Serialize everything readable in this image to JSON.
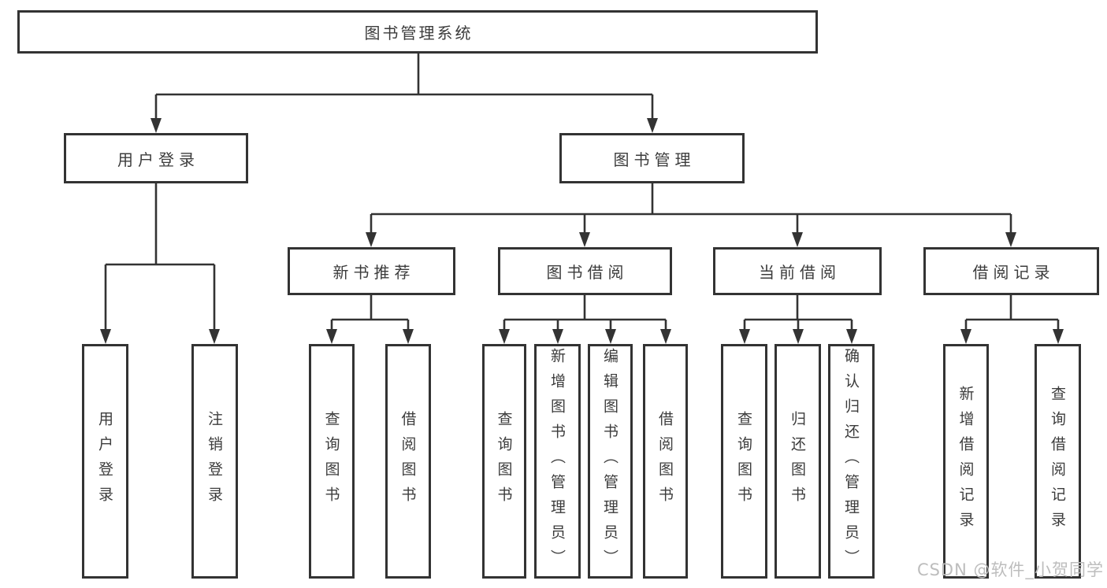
{
  "diagram_title": "图书管理系统",
  "nodes": {
    "root": {
      "label": "图书管理系统"
    },
    "user_login_grp": {
      "label": "用户登录"
    },
    "book_mgmt": {
      "label": "图书管理"
    },
    "new_book_rec": {
      "label": "新书推荐"
    },
    "book_borrow": {
      "label": "图书借阅"
    },
    "current_borrow": {
      "label": "当前借阅"
    },
    "borrow_records": {
      "label": "借阅记录"
    },
    "user_login": {
      "label": "用户登录"
    },
    "logout_login": {
      "label": "注销登录"
    },
    "query_book_new": {
      "label": "查询图书"
    },
    "borrow_book_new": {
      "label": "借阅图书"
    },
    "query_book_bor": {
      "label": "查询图书"
    },
    "add_book_admin": {
      "label": "新增图书（管理员）"
    },
    "edit_book_admin": {
      "label": "编辑图书（管理员）"
    },
    "borrow_book": {
      "label": "借阅图书"
    },
    "query_book_cur": {
      "label": "查询图书"
    },
    "return_book": {
      "label": "归还图书"
    },
    "confirm_return": {
      "label": "确认归还（管理员）"
    },
    "add_borrow_rec": {
      "label": "新增借阅记录"
    },
    "query_borrow_rec": {
      "label": "查询借阅记录"
    }
  },
  "edges": [
    [
      "root",
      "user_login_grp"
    ],
    [
      "root",
      "book_mgmt"
    ],
    [
      "user_login_grp",
      "user_login"
    ],
    [
      "user_login_grp",
      "logout_login"
    ],
    [
      "book_mgmt",
      "new_book_rec"
    ],
    [
      "book_mgmt",
      "book_borrow"
    ],
    [
      "book_mgmt",
      "current_borrow"
    ],
    [
      "book_mgmt",
      "borrow_records"
    ],
    [
      "new_book_rec",
      "query_book_new"
    ],
    [
      "new_book_rec",
      "borrow_book_new"
    ],
    [
      "book_borrow",
      "query_book_bor"
    ],
    [
      "book_borrow",
      "add_book_admin"
    ],
    [
      "book_borrow",
      "edit_book_admin"
    ],
    [
      "book_borrow",
      "borrow_book"
    ],
    [
      "current_borrow",
      "query_book_cur"
    ],
    [
      "current_borrow",
      "return_book"
    ],
    [
      "current_borrow",
      "confirm_return"
    ],
    [
      "borrow_records",
      "add_borrow_rec"
    ],
    [
      "borrow_records",
      "query_borrow_rec"
    ]
  ],
  "watermark": {
    "text": "CSDN @软件_小贺同学",
    "color": "#bdbdbd"
  },
  "colors": {
    "line": "#333333",
    "border": "#333333",
    "text": "#3c3c3c",
    "background": "#ffffff"
  }
}
